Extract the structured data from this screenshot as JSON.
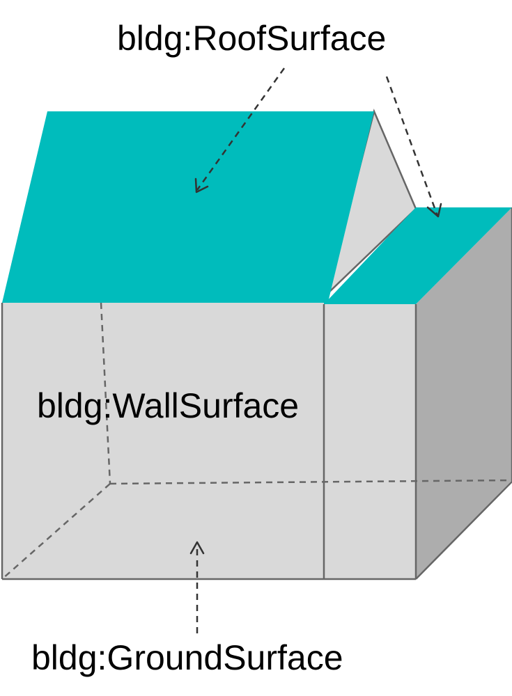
{
  "labels": {
    "roof": "bldg:RoofSurface",
    "wall": "bldg:WallSurface",
    "ground": "bldg:GroundSurface"
  },
  "colors": {
    "roof": "#00bcbc",
    "wall_light": "#d9d9d9",
    "wall_dark": "#adadad",
    "edge": "#666666",
    "arrow": "#333333"
  }
}
